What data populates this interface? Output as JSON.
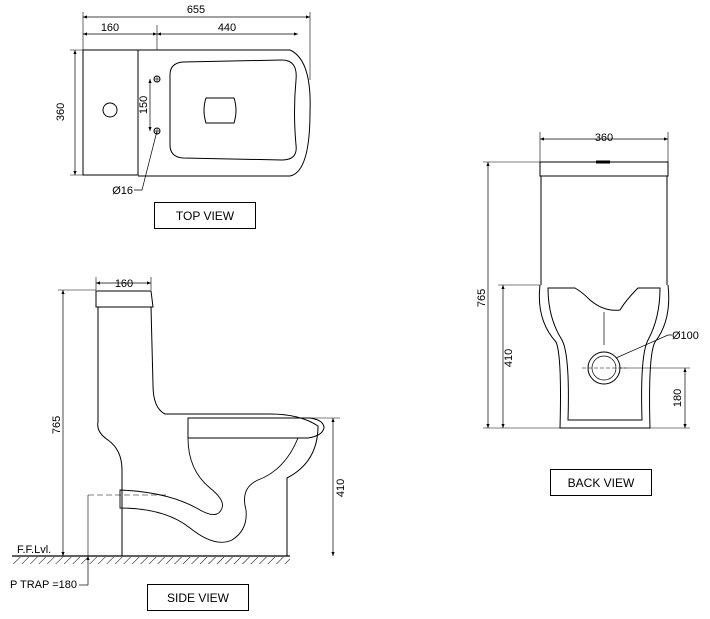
{
  "views": {
    "top": {
      "label": "TOP VIEW",
      "dimensions": {
        "overall_length": "655",
        "tank_depth": "160",
        "bowl_length": "440",
        "width": "360",
        "hole_spacing": "150",
        "hole_diameter": "Ø16"
      }
    },
    "side": {
      "label": "SIDE VIEW",
      "dimensions": {
        "tank_depth": "160",
        "overall_height": "765",
        "seat_height": "410"
      },
      "floor_label": "F.F.Lvl.",
      "trap_label": "P TRAP =180"
    },
    "back": {
      "label": "BACK VIEW",
      "dimensions": {
        "width": "360",
        "overall_height": "765",
        "seat_height": "410",
        "outlet_diameter": "Ø100",
        "outlet_height": "180"
      }
    }
  }
}
